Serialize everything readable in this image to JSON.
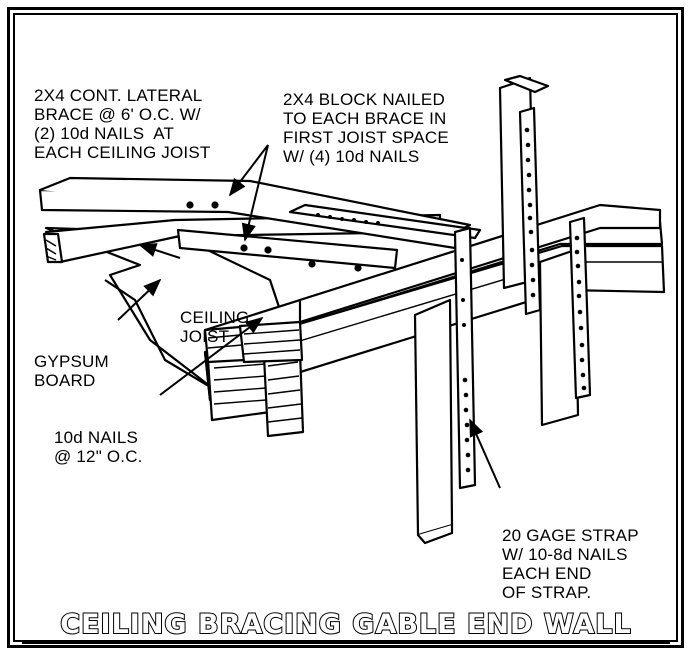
{
  "notes": {
    "lateral_brace": [
      "2X4 CONT. LATERAL",
      "BRACE @ 6' O.C. W/",
      "(2) 10d NAILS  AT",
      "EACH CEILING JOIST"
    ],
    "block": [
      "2X4 BLOCK NAILED",
      "TO EACH BRACE IN",
      "FIRST JOIST SPACE",
      "W/ (4) 10d NAILS"
    ],
    "ceiling_joist": [
      "CEILING",
      "JOIST"
    ],
    "gypsum_board": [
      "GYPSUM",
      "BOARD"
    ],
    "nails": [
      "10d NAILS",
      "@ 12\" O.C."
    ],
    "strap": [
      "20 GAGE STRAP",
      "W/ 10-8d NAILS",
      "EACH END",
      "OF STRAP."
    ]
  },
  "title": "CEILING BRACING GABLE END WALL",
  "colors": {
    "line": "#000000",
    "paper": "#ffffff"
  }
}
